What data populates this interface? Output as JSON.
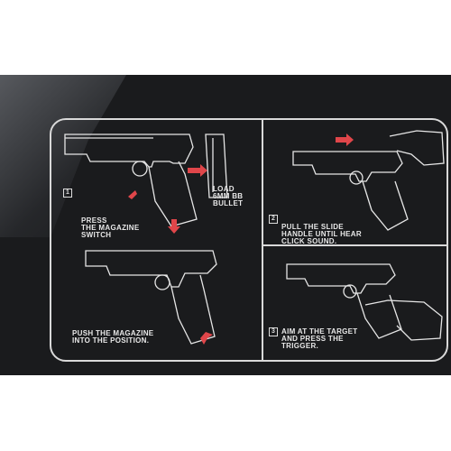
{
  "steps": {
    "step1_number": "1",
    "press_switch": "PRESS\nTHE MAGAZINE\nSWITCH",
    "load_bb": "LOAD\n6MM BB\nBULLET",
    "push_magazine": "PUSH THE MAGAZINE\nINTO THE POSITION.",
    "step2_number": "2",
    "pull_slide": "PULL THE SLIDE\nHANDLE UNTIL HEAR\nCLICK SOUND.",
    "step3_number": "3",
    "aim": "AIM AT THE TARGET\nAND PRESS THE\nTRIGGER."
  },
  "colors": {
    "background": "#1a1b1d",
    "line": "#d9d9d9",
    "arrow": "#e0464a"
  }
}
